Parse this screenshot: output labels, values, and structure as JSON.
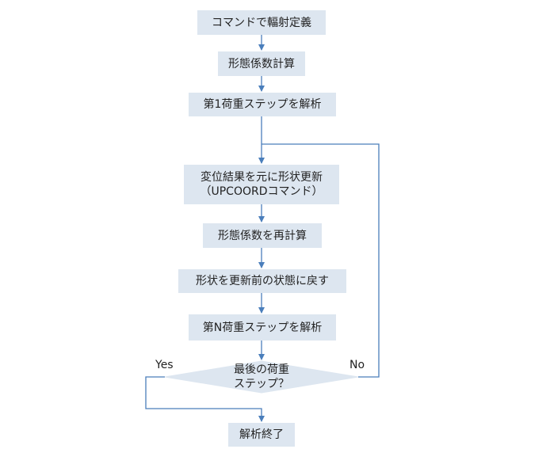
{
  "flowchart": {
    "steps": {
      "s1": "コマンドで輻射定義",
      "s2": "形態係数計算",
      "s3": "第1荷重ステップを解析",
      "s4_line1": "変位結果を元に形状更新",
      "s4_line2": "（UPCOORDコマンド）",
      "s5": "形態係数を再計算",
      "s6": "形状を更新前の状態に戻す",
      "s7": "第N荷重ステップを解析",
      "end": "解析終了"
    },
    "decision": {
      "line1": "最後の荷重",
      "line2": "ステップ？",
      "yes_label": "Yes",
      "no_label": "No"
    },
    "colors": {
      "box_fill": "#dde6f0",
      "diamond_fill": "#dde6f0",
      "line": "#4a7ebb"
    }
  }
}
